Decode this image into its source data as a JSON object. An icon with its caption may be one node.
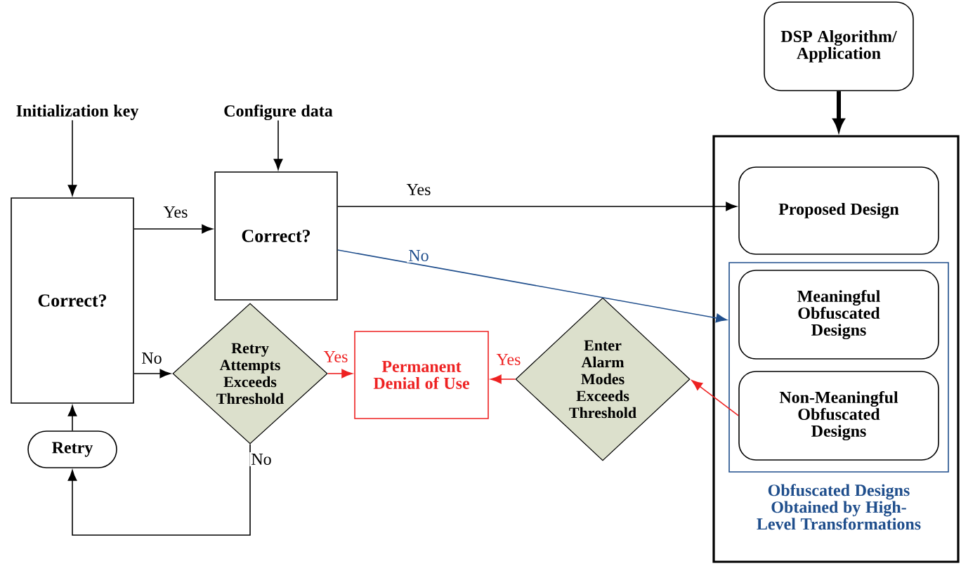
{
  "diagram": {
    "nodes": [
      {
        "text": [
          "Initialization key"
        ]
      },
      {
        "text": [
          "Configure data"
        ]
      },
      {
        "text": [
          "Correct?"
        ]
      },
      {
        "text": [
          "Correct?"
        ]
      },
      {
        "text": [
          "DSP Algorithm/ Application"
        ]
      },
      {
        "text": [],
        "shape": "box"
      },
      {
        "text": [
          "Proposed Design"
        ],
        "in": 5
      },
      {
        "text": [
          "Obfuscated Designs Obtained by High-Level Transformations"
        ],
        "in": 5
      },
      {
        "text": [
          "Meaningful Obfuscated Designs"
        ],
        "in": 7
      },
      {
        "text": [
          "Non-Meaningful Obfuscated Designs"
        ],
        "in": 7
      },
      {
        "text": [
          "Retry Attempts Exceeds Threshold"
        ]
      },
      {
        "text": [
          "Permanent Denial of Use"
        ]
      },
      {
        "text": [
          "Enter Alarm Modes Exceeds Threshold"
        ]
      },
      {
        "text": [
          "Retry"
        ]
      }
    ],
    "edges": [
      {
        "from": 0,
        "to": 2,
        "arrow": "to"
      },
      {
        "from": 1,
        "to": 3,
        "arrow": "to"
      },
      {
        "from": 2,
        "to": 3,
        "arrow": "to",
        "label": "Yes"
      },
      {
        "from": 3,
        "to": 6,
        "arrow": "to",
        "label": "Yes"
      },
      {
        "from": 3,
        "to": 7,
        "arrow": "to",
        "label": "No",
        "color": "#1f4e8c"
      },
      {
        "from": 2,
        "to": 10,
        "arrow": "to",
        "label": "No"
      },
      {
        "from": 10,
        "to": 11,
        "arrow": "to",
        "label": "Yes",
        "color": "#ee2222"
      },
      {
        "from": 12,
        "to": 11,
        "arrow": "to",
        "label": "Yes",
        "color": "#ee2222"
      },
      {
        "from": 9,
        "to": 12,
        "arrow": "to",
        "color": "#ee2222"
      },
      {
        "from": 10,
        "to": 13,
        "arrow": "to",
        "label": "No"
      },
      {
        "from": 13,
        "to": 2,
        "arrow": "to"
      },
      {
        "from": 4,
        "to": 5,
        "arrow": "to",
        "style": "thick"
      }
    ]
  }
}
